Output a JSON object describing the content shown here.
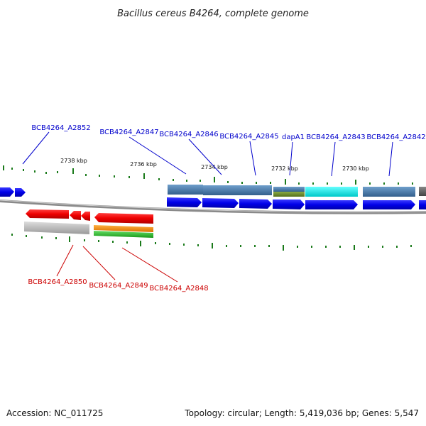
{
  "title": "Bacillus cereus B4264, complete genome",
  "footer": {
    "accession": "Accession: NC_011725",
    "summary": "Topology: circular; Length: 5,419,036 bp; Genes: 5,547"
  },
  "ticks": [
    "2738 kbp",
    "2736 kbp",
    "2734 kbp",
    "2732 kbp",
    "2730 kbp"
  ],
  "labels_top": [
    "BCB4264_A2852",
    "BCB4264_A2847",
    "BCB4264_A2846",
    "BCB4264_A2845",
    "dapA1",
    "BCB4264_A2843",
    "BCB4264_A2842"
  ],
  "labels_bottom": [
    "BCB4264_A2850",
    "BCB4264_A2849",
    "BCB4264_A2848"
  ],
  "colors": {
    "forward_gene": "#0000ee",
    "reverse_gene": "#ee0000",
    "forward_label": "#0000cc",
    "reverse_label": "#cc0000",
    "backbone": "#777777",
    "tick": "#1a7a1a",
    "cog_steel": "#4a7fb0",
    "cog_cyan": "#00e5e5",
    "cog_olive": "#6a8a2a",
    "cog_gray": "#b0b0b0",
    "cog_orange": "#f08a00",
    "cog_green": "#22bb22"
  }
}
